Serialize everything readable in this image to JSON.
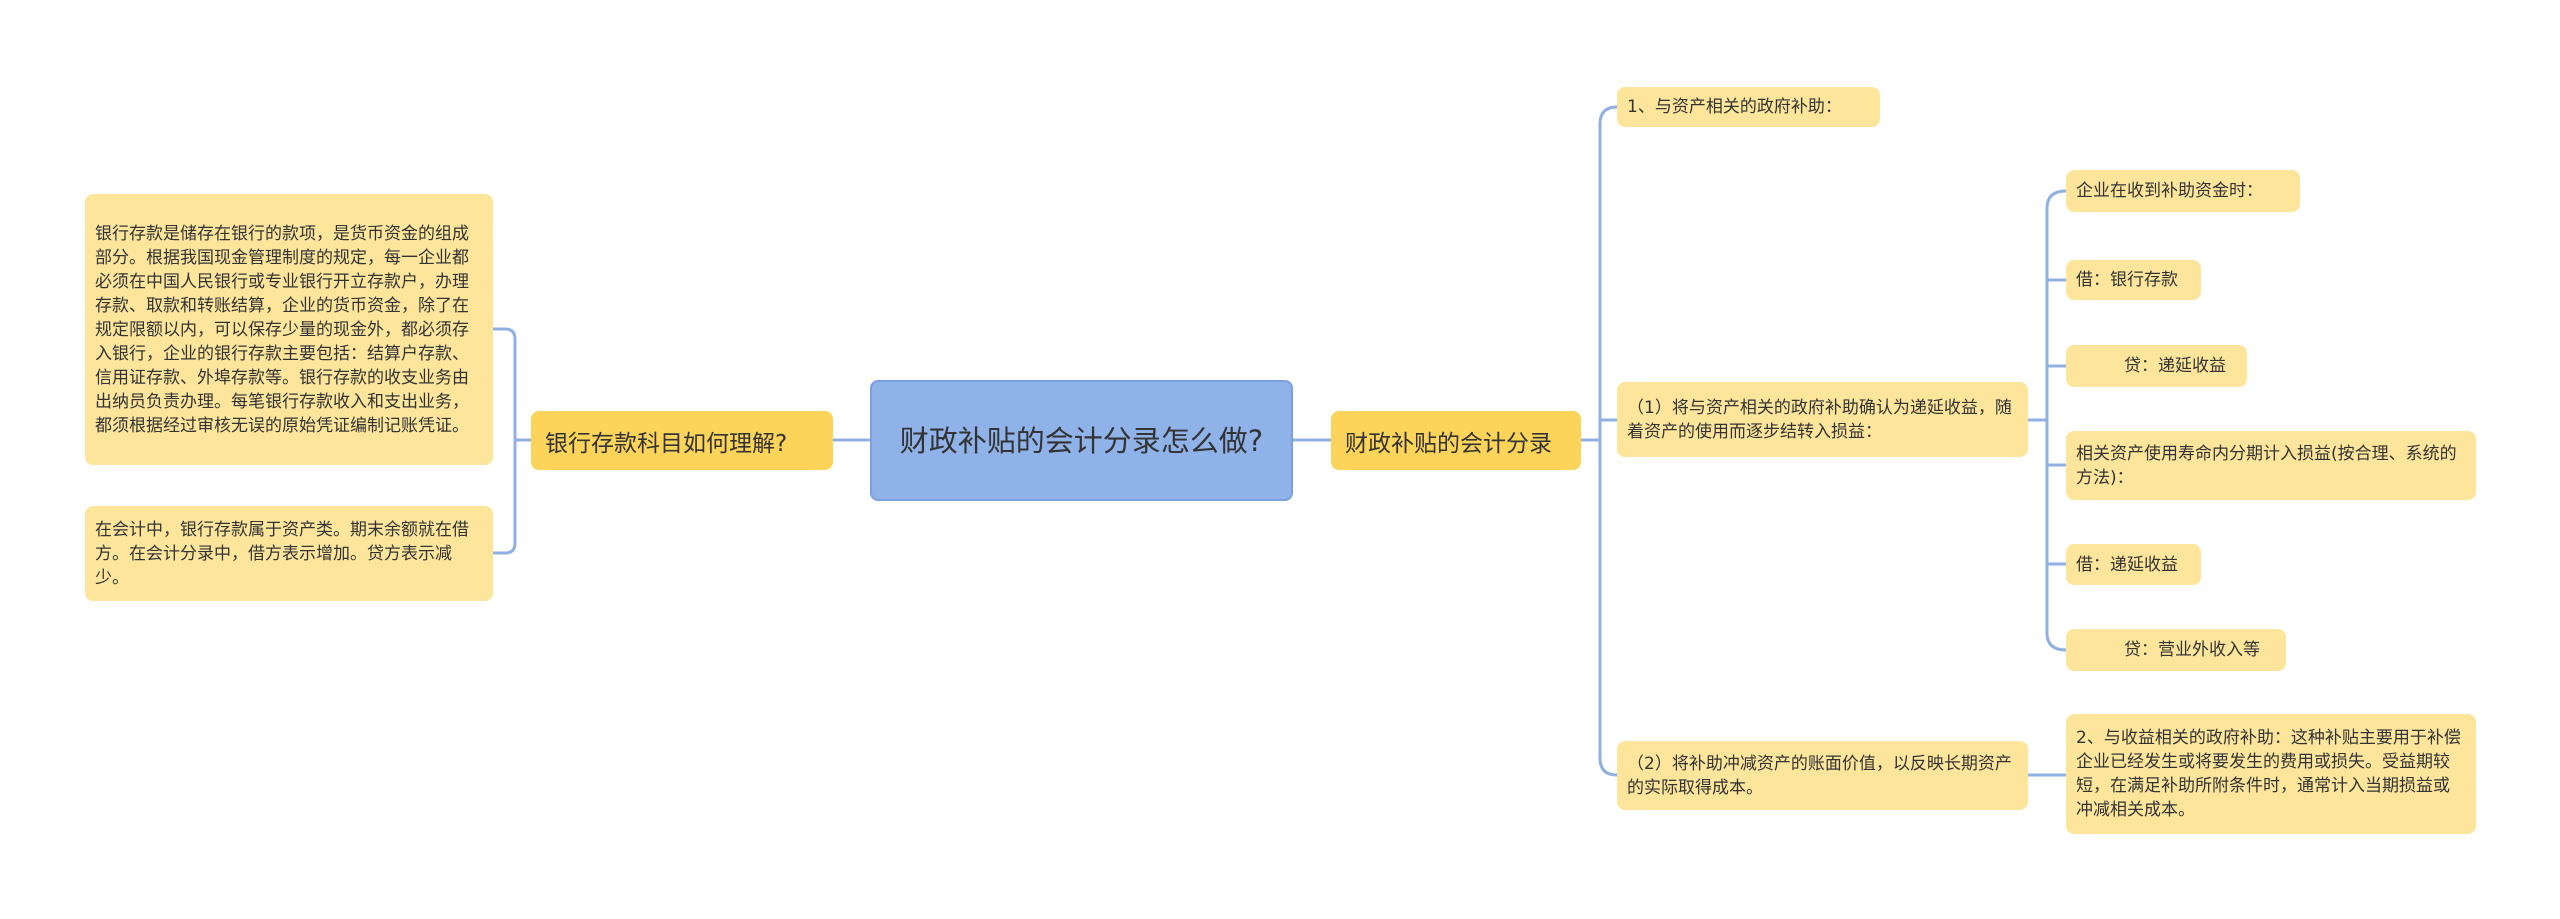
{
  "center": {
    "title": "财政补贴的会计分录怎么做?"
  },
  "left": {
    "label": "银行存款科目如何理解?",
    "items": [
      "银行存款是储存在银行的款项，是货币资金的组成部分。根据我国现金管理制度的规定，每一企业都必须在中国人民银行或专业银行开立存款户，办理存款、取款和转账结算，企业的货币资金，除了在规定限额以内，可以保存少量的现金外，都必须存入银行，企业的银行存款主要包括：结算户存款、信用证存款、外埠存款等。银行存款的收支业务由出纳员负责办理。每笔银行存款收入和支出业务，都须根据经过审核无误的原始凭证编制记账凭证。",
      "在会计中，银行存款属于资产类。期末余额就在借方。在会计分录中，借方表示增加。贷方表示减少。"
    ]
  },
  "right": {
    "label": "财政补贴的会计分录",
    "item1": "1、与资产相关的政府补助：",
    "item2": "（1）将与资产相关的政府补助确认为递延收益，随着资产的使用而逐步结转入损益：",
    "item2_children": [
      "企业在收到补助资金时：",
      "借：银行存款",
      "贷：递延收益",
      "相关资产使用寿命内分期计入损益(按合理、系统的方法)：",
      "借：递延收益",
      "贷：营业外收入等"
    ],
    "item3": "（2）将补助冲减资产的账面价值，以反映长期资产的实际取得成本。",
    "item3_child": "2、与收益相关的政府补助：这种补贴主要用于补偿企业已经发生或将要发生的费用或损失。受益期较短，在满足补助所附条件时，通常计入当期损益或冲减相关成本。"
  },
  "colors": {
    "line": "#8fb0e0",
    "leaf": "#fde69c",
    "label": "#fdd45a",
    "center": "#8fb2e9"
  }
}
